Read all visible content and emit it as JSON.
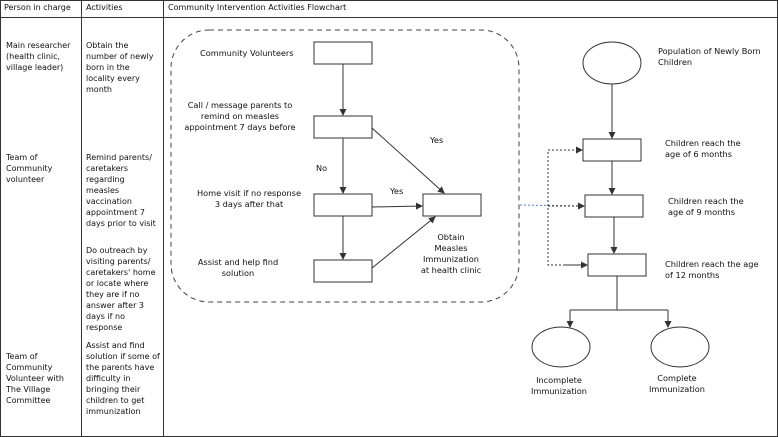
{
  "table": {
    "headers": {
      "person": "Person in charge",
      "activities": "Activities",
      "flowchart": "Community Intervention Activities Flowchart"
    },
    "rows": [
      {
        "person": "Main researcher (health clinic, village leader)",
        "activity": "Obtain the number of newly born in the locality every month"
      },
      {
        "person": "Team of Community volunteer",
        "activity": "Remind parents/ caretakers regarding measles vaccination appointment 7 days prior to visit"
      },
      {
        "person": "",
        "activity": "Do outreach by visiting parents/ caretakers' home or locate where they are if no answer after 3 days if no response"
      },
      {
        "person": "Team of Community Volunteer with The Village Committee",
        "activity": "Assist and find solution if some of the parents have difficulty in bringing their children to get immunization"
      }
    ]
  },
  "flow": {
    "left": {
      "volunteers": "Community Volunteers",
      "call": "Call / message parents to remind on measles appointment 7 days before",
      "home_visit": "Home visit if no response 3 days after that",
      "assist": "Assist and help find solution",
      "obtain": "Obtain Measles Immunization at health clinic",
      "yes_top": "Yes",
      "yes_mid": "Yes",
      "no": "No"
    },
    "right": {
      "population": "Population of Newly Born Children",
      "age6": "Children reach the age of 6 months",
      "age9": "Children reach the age of 9 months",
      "age12": "Children reach the age of 12 months",
      "incomplete": "Incomplete Immunization",
      "complete": "Complete Immunization"
    }
  },
  "colors": {
    "line": "#333333",
    "dotted_link": "#4a7fc0"
  }
}
